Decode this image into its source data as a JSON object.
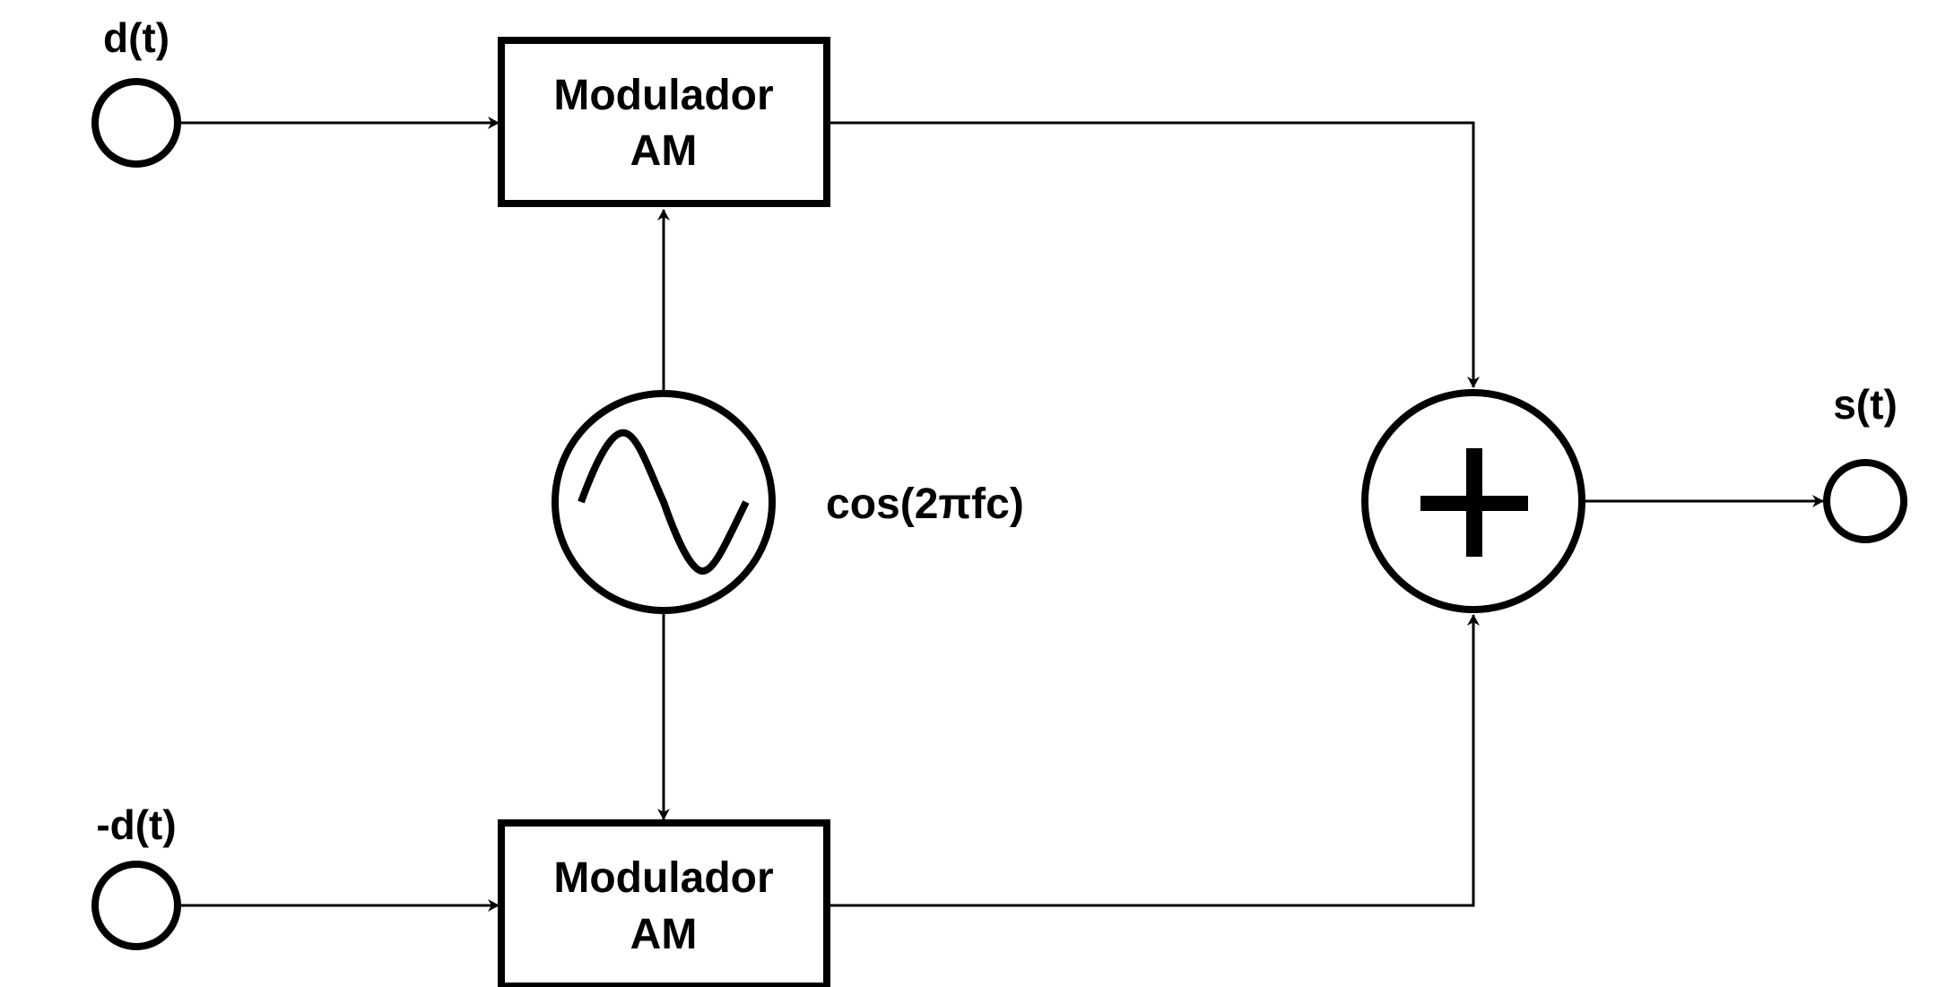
{
  "diagram": {
    "colors": {
      "stroke": "#000000",
      "background": "#ffffff"
    },
    "inputs": {
      "top_label": "d(t)",
      "bottom_label": "-d(t)"
    },
    "modulators": {
      "top": {
        "line1": "Modulador",
        "line2": "AM"
      },
      "bottom": {
        "line1": "Modulador",
        "line2": "AM"
      }
    },
    "oscillator": {
      "label": "cos(2πfc)",
      "icon": "sine-wave-icon"
    },
    "summer": {
      "icon": "plus-icon"
    },
    "output": {
      "label": "s(t)"
    }
  }
}
